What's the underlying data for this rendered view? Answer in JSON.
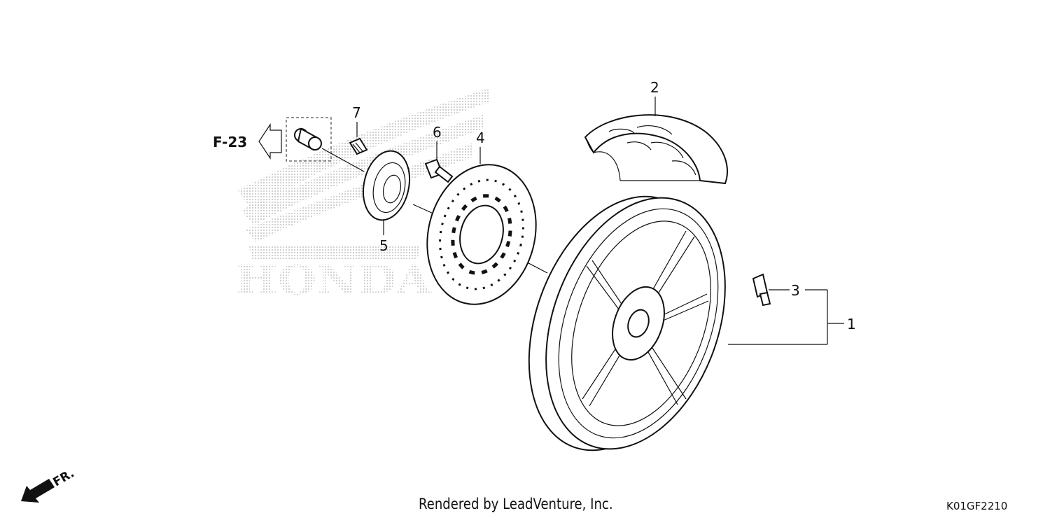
{
  "diagram": {
    "reference_label": "F-23",
    "direction_label": "FR.",
    "watermark": "HONDA",
    "part_numbers": [
      "1",
      "2",
      "3",
      "4",
      "5",
      "6",
      "7"
    ],
    "footer": {
      "credit": "Rendered by LeadVenture, Inc.",
      "code": "K01GF2210"
    },
    "icons": [
      "front-direction-arrow-icon",
      "reference-arrow-icon",
      "honda-wing-watermark"
    ]
  }
}
